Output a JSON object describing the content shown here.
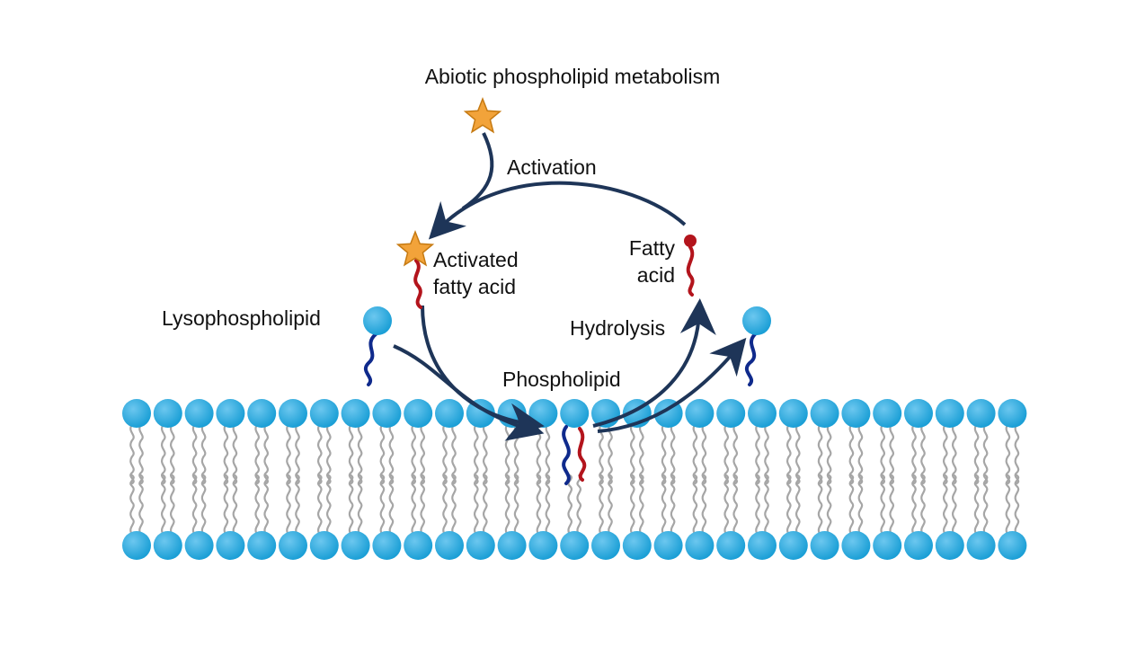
{
  "diagram": {
    "title": "Abiotic phospholipid metabolism",
    "labels": {
      "activation": "Activation",
      "activated_fatty_acid_line1": "Activated",
      "activated_fatty_acid_line2": "fatty acid",
      "fatty_acid_line1": "Fatty",
      "fatty_acid_line2": "acid",
      "lysophospholipid": "Lysophospholipid",
      "hydrolysis": "Hydrolysis",
      "phospholipid": "Phospholipid"
    },
    "colors": {
      "arrow": "#1e3558",
      "star": "#f2a33a",
      "star_outline": "#c67a12",
      "head": "#1b9fd6",
      "head_light": "#6cc7ef",
      "tail_gray": "#a6a6a6",
      "tail_blue": "#0f2a8c",
      "tail_red": "#b3141c",
      "fatty_acid_head": "#b3141c",
      "text": "#111111"
    },
    "icons": [
      "activator-star-icon",
      "activated-star-icon"
    ]
  }
}
